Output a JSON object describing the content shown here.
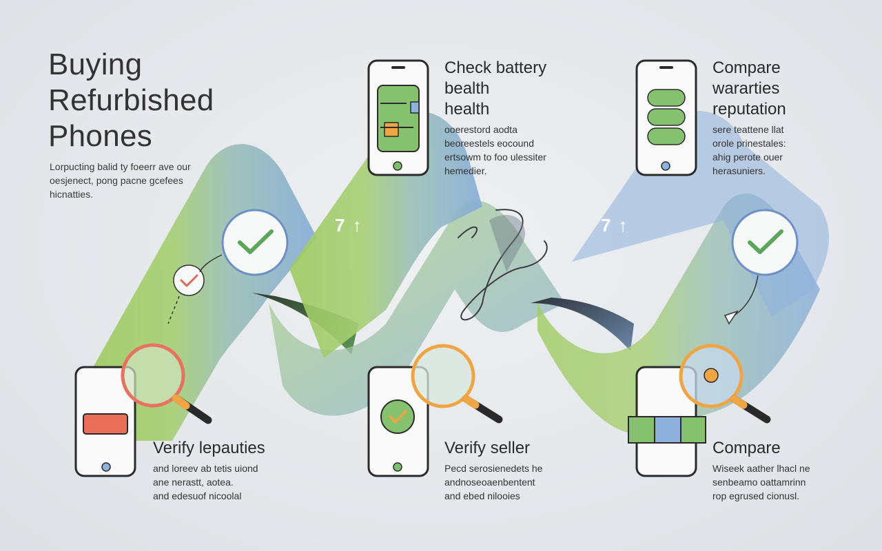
{
  "title_lines": [
    "Buying",
    "Refurbished",
    "Phones"
  ],
  "intro_lines": [
    "Lorpucting balid ty foeerr ave our",
    "oesjenect, pong pacne gcefees",
    "hicnatties."
  ],
  "steps": {
    "check_battery": {
      "title_lines": [
        "Check battery",
        "bealth",
        "health"
      ],
      "body_lines": [
        "ooerestord aodta",
        "beoreestels eocound",
        "ertsowm to foo ulessiter",
        "hemedier."
      ]
    },
    "compare_warranties": {
      "title_lines": [
        "Compare",
        "wararties",
        "reputation"
      ],
      "body_lines": [
        "sere teattene llat",
        "orole prinestales:",
        "ahig perote ouer",
        "herasuniers."
      ]
    },
    "verify_lepauties": {
      "title_lines": [
        "Verify  lepauties"
      ],
      "body_lines": [
        "and loreev ab tetis uiond",
        "ane nerastt, aotea.",
        "and edesuof nicoolal"
      ]
    },
    "verify_seller": {
      "title_lines": [
        "Verify seller"
      ],
      "body_lines": [
        "Pecd serosienedets he",
        "andnoseoaenbentent",
        "and ebed nilooies"
      ]
    },
    "compare": {
      "title_lines": [
        "Compare"
      ],
      "body_lines": [
        "Wiseek aather lhacl ne",
        "senbeamo oattamrinn",
        "rop egrused cionusl."
      ]
    }
  },
  "badges": [
    "7 ↑",
    "7 ↑"
  ],
  "icons": [
    "phone-icon",
    "battery-icon",
    "checkmark-icon",
    "magnifier-icon",
    "comparison-bar-icon",
    "arrow-up-icon"
  ],
  "colors": {
    "ribbon_green": "#a9cc6e",
    "ribbon_blue": "#86acd8",
    "accent_green": "#7cbf6c",
    "accent_blue": "#8fb1dd",
    "accent_orange": "#f0a544",
    "accent_red": "#ea6f5a",
    "ink": "#2b2b2b"
  }
}
